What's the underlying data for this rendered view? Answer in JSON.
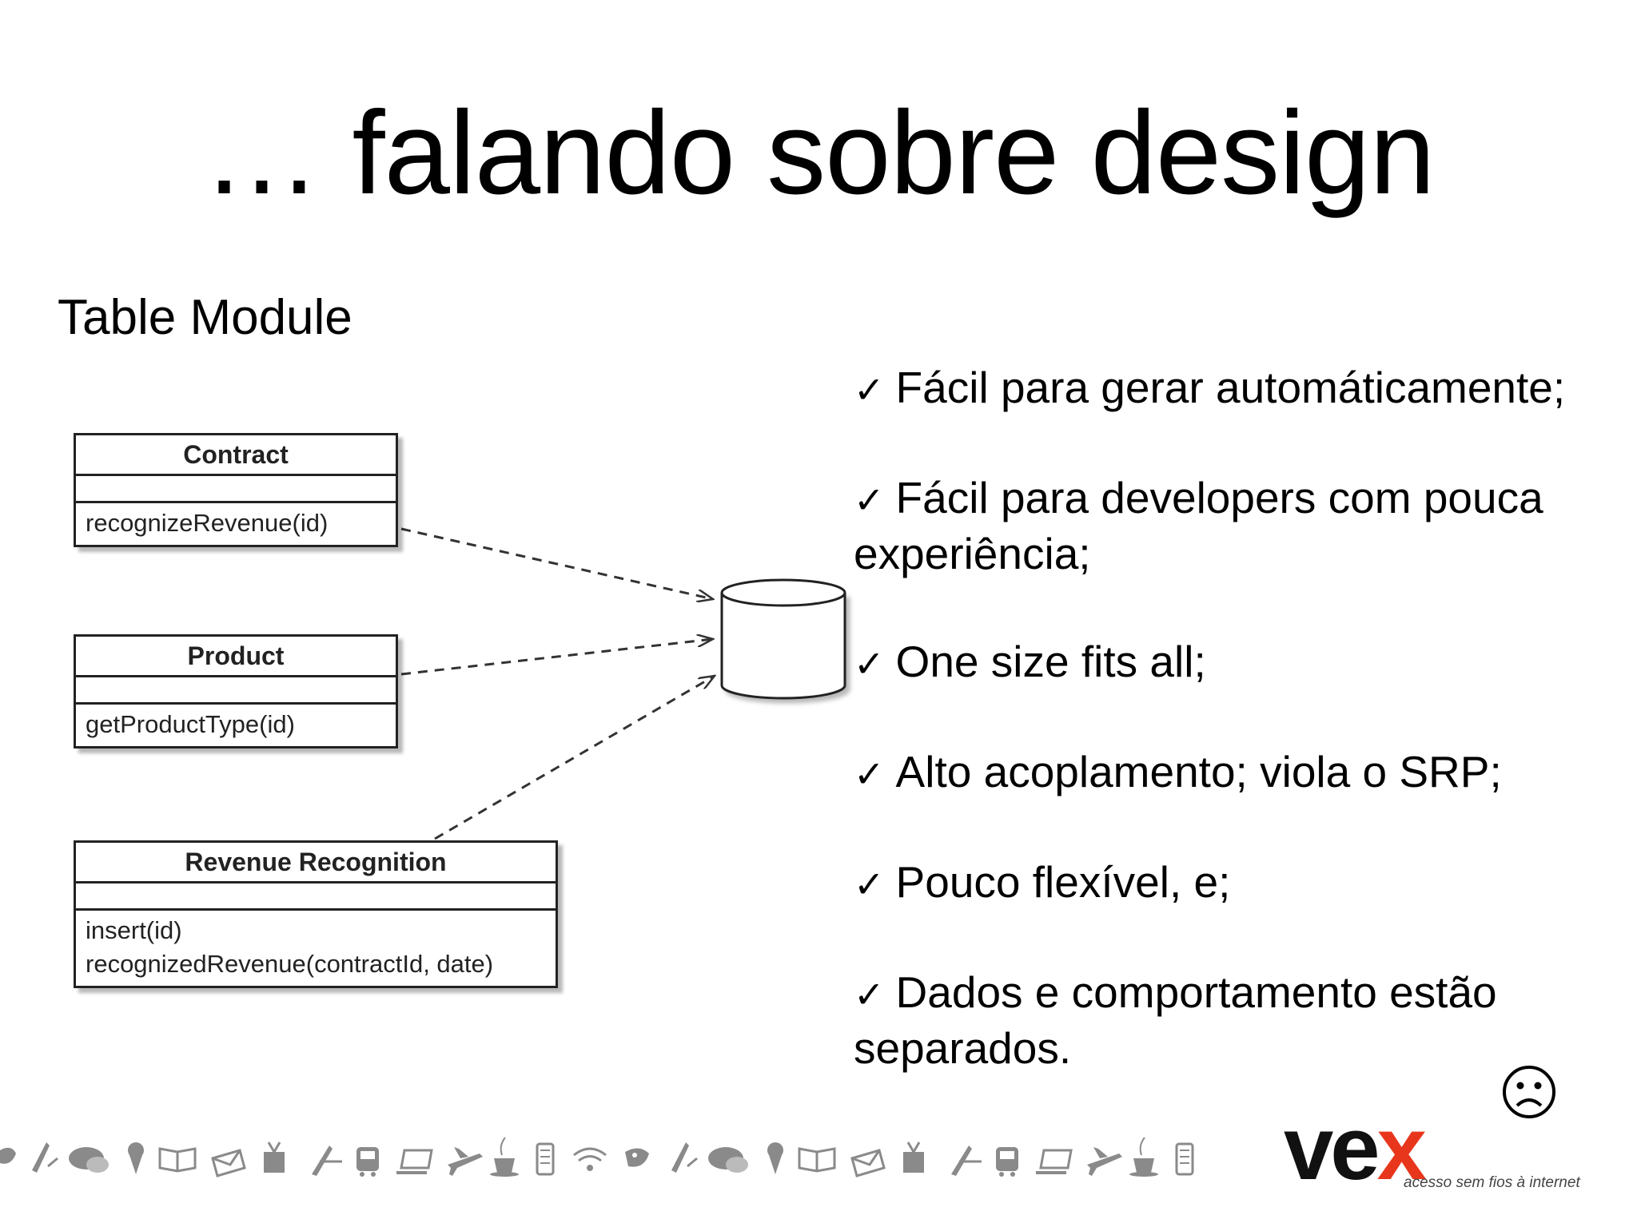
{
  "slide": {
    "title": "… falando sobre design",
    "subtitle": "Table Module"
  },
  "diagram": {
    "classes": [
      {
        "name": "Contract",
        "operations": [
          "recognizeRevenue(id)"
        ]
      },
      {
        "name": "Product",
        "operations": [
          "getProductType(id)"
        ]
      },
      {
        "name": "Revenue Recognition",
        "operations": [
          "insert(id)",
          "recognizedRevenue(contractId, date)"
        ]
      }
    ]
  },
  "bullets": [
    "Fácil para gerar automáticamente;",
    "Fácil para developers com pouca experiência;",
    "One size fits all;",
    "Alto acoplamento; viola o SRP;",
    "Pouco flexível, e;",
    "Dados e comportamento estão separados."
  ],
  "check_glyph": "✓",
  "footer": {
    "brand_ve": "ve",
    "brand_x": "x",
    "tagline": "acesso sem fios à internet",
    "brand_accent_color": "#e8361c"
  }
}
